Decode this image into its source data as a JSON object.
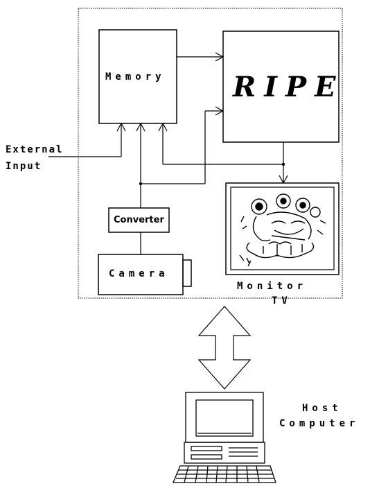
{
  "labels": {
    "memory": "Memory",
    "ripe": "RIPE",
    "external": "External",
    "input": "Input",
    "converter": "Converter",
    "camera": "Camera",
    "monitor": "Monitor",
    "tv": "TV",
    "host": "Host",
    "computer": "Computer"
  }
}
